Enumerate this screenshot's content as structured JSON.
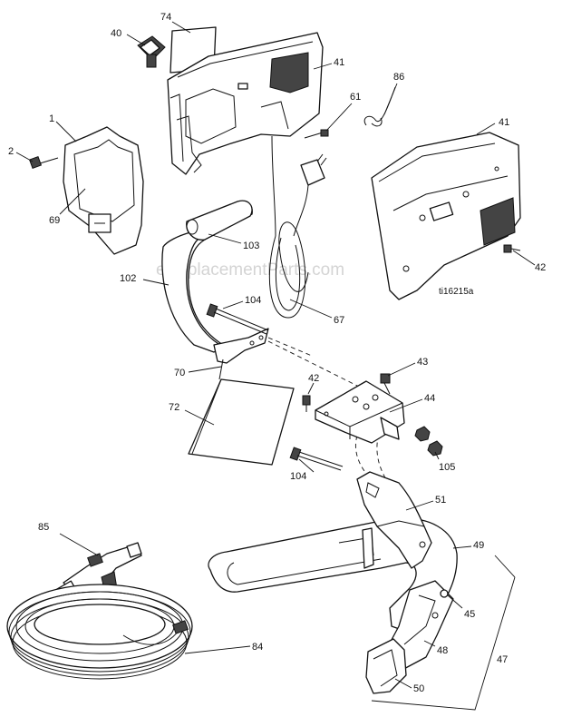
{
  "watermark": "eReplacementParts.com",
  "figure_id": "ti16215a",
  "callouts": {
    "c74": "74",
    "c40": "40",
    "c41a": "41",
    "c86": "86",
    "c61": "61",
    "c1": "1",
    "c2": "2",
    "c69": "69",
    "c41b": "41",
    "c42a": "42",
    "c103": "103",
    "c102": "102",
    "c104a": "104",
    "c67": "67",
    "c70": "70",
    "c42b": "42",
    "c43": "43",
    "c44": "44",
    "c72": "72",
    "c105": "105",
    "c104b": "104",
    "c51": "51",
    "c85": "85",
    "c49": "49",
    "c45": "45",
    "c84": "84",
    "c48": "48",
    "c47": "47",
    "c50": "50"
  }
}
